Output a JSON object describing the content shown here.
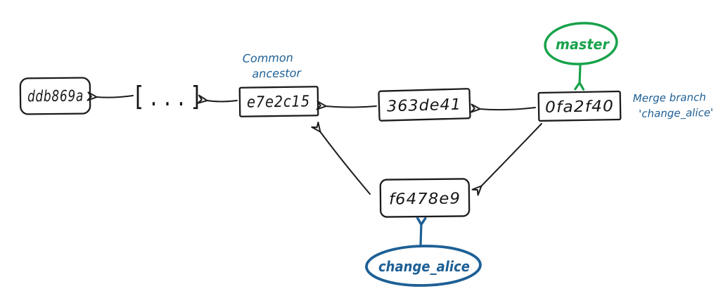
{
  "diagram": {
    "kind": "git-commit-history-sketch",
    "colors": {
      "ink": "#1c1c1c",
      "master_green": "#18a24b",
      "branch_blue": "#1d5f95",
      "background": "#ffffff"
    },
    "commits": {
      "c_ddb869a": {
        "id": "ddb869a"
      },
      "c_e7e2c15": {
        "id": "e7e2c15"
      },
      "c_363de41": {
        "id": "363de41"
      },
      "c_0fa2f40": {
        "id": "0fa2f40"
      },
      "c_f6478e9": {
        "id": "f6478e9"
      }
    },
    "ellipsis": {
      "label": "[ . . . ]"
    },
    "branches": {
      "master": {
        "name": "master",
        "points_to": "0fa2f40"
      },
      "change_alice": {
        "name": "change_alice",
        "points_to": "f6478e9"
      }
    },
    "annotations": {
      "common_ancestor": {
        "line1": "Common",
        "line2": "ancestor",
        "attached_to": "e7e2c15"
      },
      "merge_note": {
        "line1": "Merge branch",
        "line2": "'change_alice'",
        "attached_to": "0fa2f40"
      }
    },
    "edges": [
      {
        "from": "ellipsis",
        "to": "ddb869a"
      },
      {
        "from": "e7e2c15",
        "to": "ellipsis"
      },
      {
        "from": "363de41",
        "to": "e7e2c15"
      },
      {
        "from": "0fa2f40",
        "to": "363de41"
      },
      {
        "from": "f6478e9",
        "to": "e7e2c15"
      },
      {
        "from": "0fa2f40",
        "to": "f6478e9"
      }
    ]
  }
}
